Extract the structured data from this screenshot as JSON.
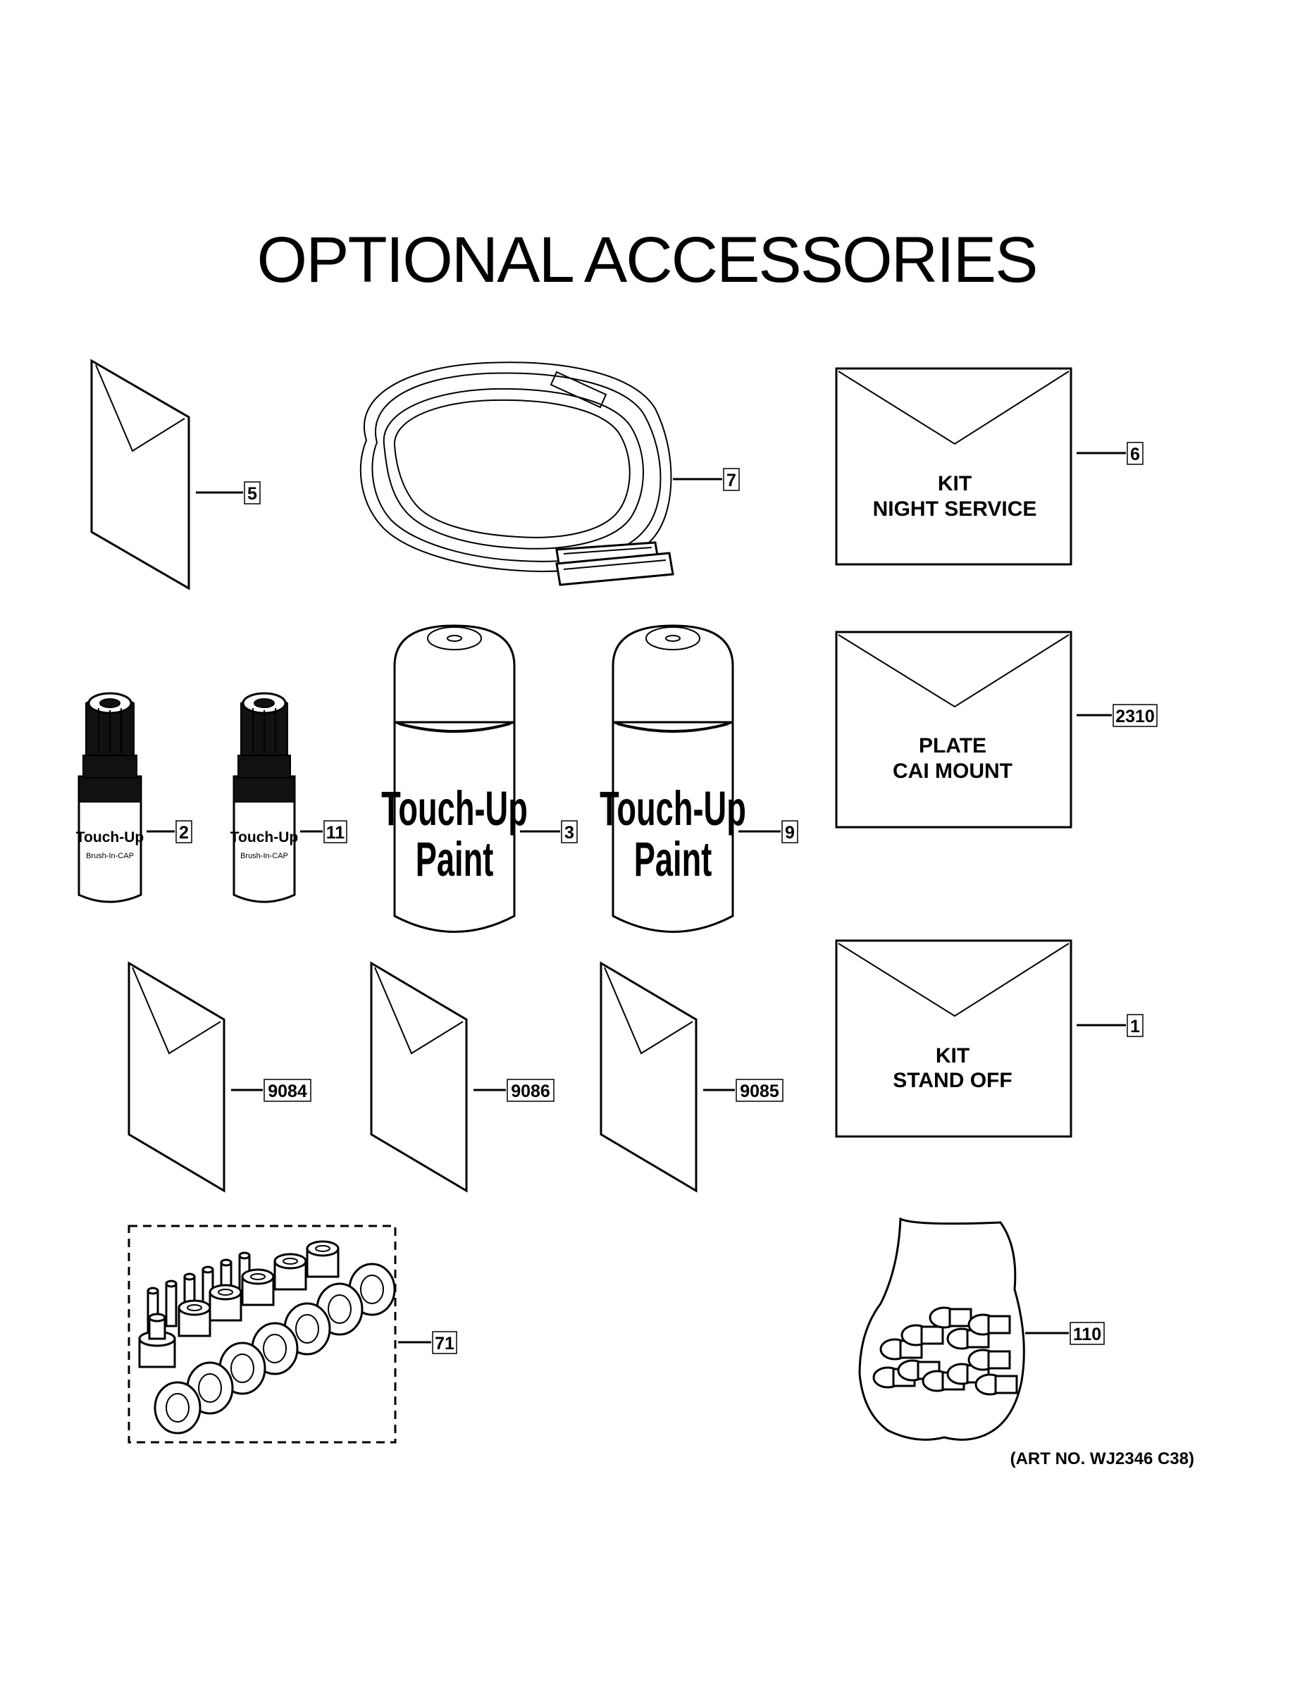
{
  "title": "OPTIONAL ACCESSORIES",
  "art_number": "(ART NO. WJ2346 C38)",
  "callouts": {
    "c5": "5",
    "c7": "7",
    "c6": "6",
    "c2": "2",
    "c11": "11",
    "c3": "3",
    "c9": "9",
    "c2310": "2310",
    "c9084": "9084",
    "c9086": "9086",
    "c9085": "9085",
    "c1": "1",
    "c71": "71",
    "c110": "110"
  },
  "envelopes": {
    "kit_night_service": {
      "line1": "KIT",
      "line2": "NIGHT SERVICE"
    },
    "plate_cai_mount": {
      "line1": "PLATE",
      "line2": "CAI MOUNT"
    },
    "kit_stand_off": {
      "line1": "KIT",
      "line2": "STAND OFF"
    }
  },
  "labels": {
    "spray_can_line1": "Touch-Up",
    "spray_can_line2": "Paint",
    "pen_line1": "Touch-Up",
    "pen_line2": "Brush-In-CAP"
  },
  "icons": {
    "manual_sheet": "folded-sheet-icon",
    "gasket": "gasket-coil-icon",
    "envelope": "envelope-icon",
    "pen": "touch-up-pen-icon",
    "spray_can": "spray-can-icon",
    "bushings": "bushing-set-icon",
    "screw_bag": "screw-bag-icon"
  }
}
